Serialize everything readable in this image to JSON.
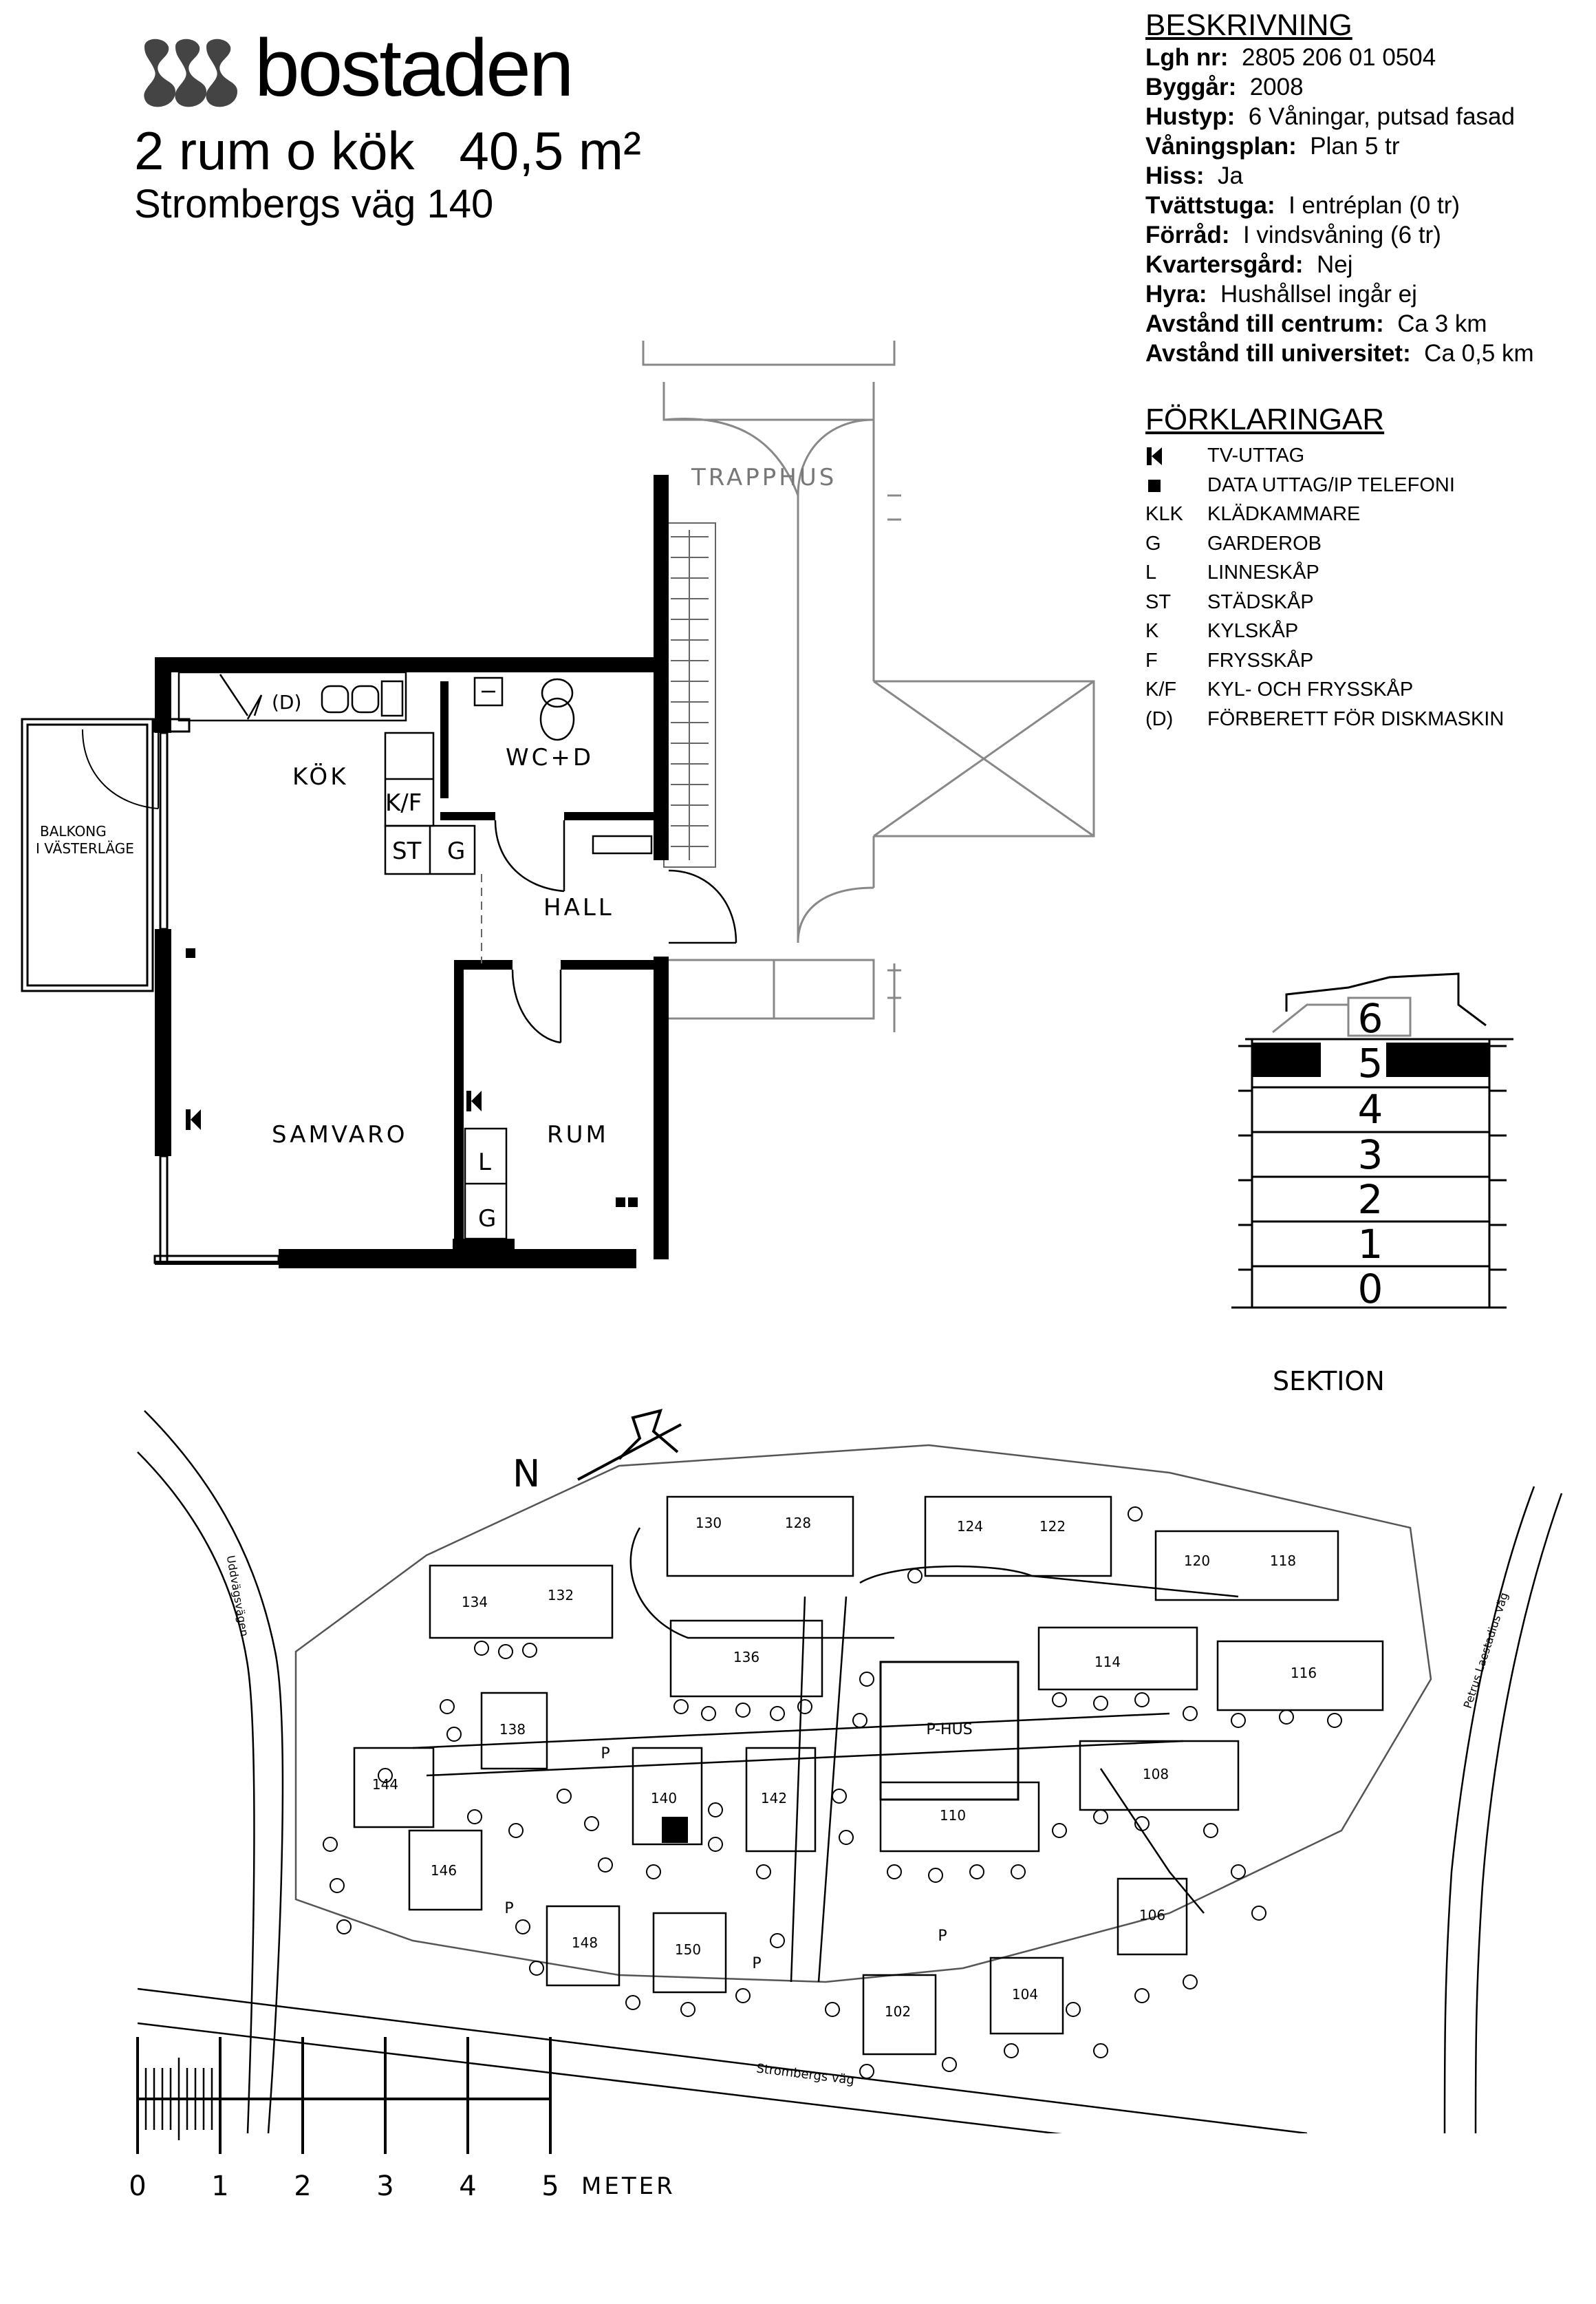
{
  "brand": {
    "name": "bostaden",
    "logo_icon": "bostaden-logo-icon"
  },
  "apartment": {
    "title": "2 rum o kök   40,5 m²",
    "address": "Strombergs väg 140"
  },
  "description": {
    "heading": "BESKRIVNING",
    "rows": [
      {
        "label": "Lgh nr:",
        "value": "2805 206 01 0504"
      },
      {
        "label": "Byggår:",
        "value": "2008"
      },
      {
        "label": "Hustyp:",
        "value": "6 Våningar, putsad fasad"
      },
      {
        "label": "Våningsplan:",
        "value": "Plan 5 tr"
      },
      {
        "label": "Hiss:",
        "value": "Ja"
      },
      {
        "label": "Tvättstuga:",
        "value": "I entréplan (0 tr)"
      },
      {
        "label": "Förråd:",
        "value": "I vindsvåning (6 tr)"
      },
      {
        "label": "Kvartersgård:",
        "value": "Nej"
      },
      {
        "label": "Hyra:",
        "value": "Hushållsel ingår ej"
      },
      {
        "label": "Avstånd till centrum:",
        "value": "Ca 3 km"
      },
      {
        "label": "Avstånd till universitet:",
        "value": "Ca 0,5 km"
      }
    ]
  },
  "legend": {
    "heading": "FÖRKLARINGAR",
    "items": [
      {
        "code": "",
        "icon": "tv-outlet-icon",
        "label": "TV-UTTAG"
      },
      {
        "code": "",
        "icon": "data-outlet-icon",
        "label": "DATA UTTAG/IP TELEFONI"
      },
      {
        "code": "KLK",
        "label": "KLÄDKAMMARE"
      },
      {
        "code": "G",
        "label": "GARDEROB"
      },
      {
        "code": "L",
        "label": "LINNESKÅP"
      },
      {
        "code": "ST",
        "label": "STÄDSKÅP"
      },
      {
        "code": "K",
        "label": "KYLSKÅP"
      },
      {
        "code": "F",
        "label": "FRYSSKÅP"
      },
      {
        "code": "K/F",
        "label": "KYL- OCH FRYSSKÅP"
      },
      {
        "code": "(D)",
        "label": "FÖRBERETT FÖR DISKMASKIN"
      }
    ]
  },
  "floorplan": {
    "rooms": {
      "kitchen": "KÖK",
      "wc": "WC+D",
      "hall": "HALL",
      "living": "SAMVARO",
      "room": "RUM",
      "stair": "TRAPPHUS",
      "balcony_1": "BALKONG",
      "balcony_2": "I VÄSTERLÄGE"
    },
    "fixtures": {
      "kf": "K/F",
      "st": "ST",
      "g1": "G",
      "l": "L",
      "g2": "G",
      "dw": "(D)"
    }
  },
  "section": {
    "label": "SEKTION",
    "floors": [
      "6",
      "5",
      "4",
      "3",
      "2",
      "1",
      "0"
    ],
    "highlighted_floor": "5"
  },
  "siteplan": {
    "north": "N",
    "buildings": [
      "130",
      "128",
      "124",
      "122",
      "134",
      "132",
      "120",
      "118",
      "136",
      "114",
      "116",
      "138",
      "144",
      "140",
      "142",
      "110",
      "108",
      "146",
      "106",
      "148",
      "150",
      "102",
      "104"
    ],
    "phus": "P-HUS",
    "parking": "P",
    "street": "Strombergs väg",
    "street_left": "Uddvägsvägen",
    "street_right": "Petrus Laestadius väg"
  },
  "scale": {
    "ticks": [
      "0",
      "1",
      "2",
      "3",
      "4",
      "5"
    ],
    "unit": "METER"
  }
}
